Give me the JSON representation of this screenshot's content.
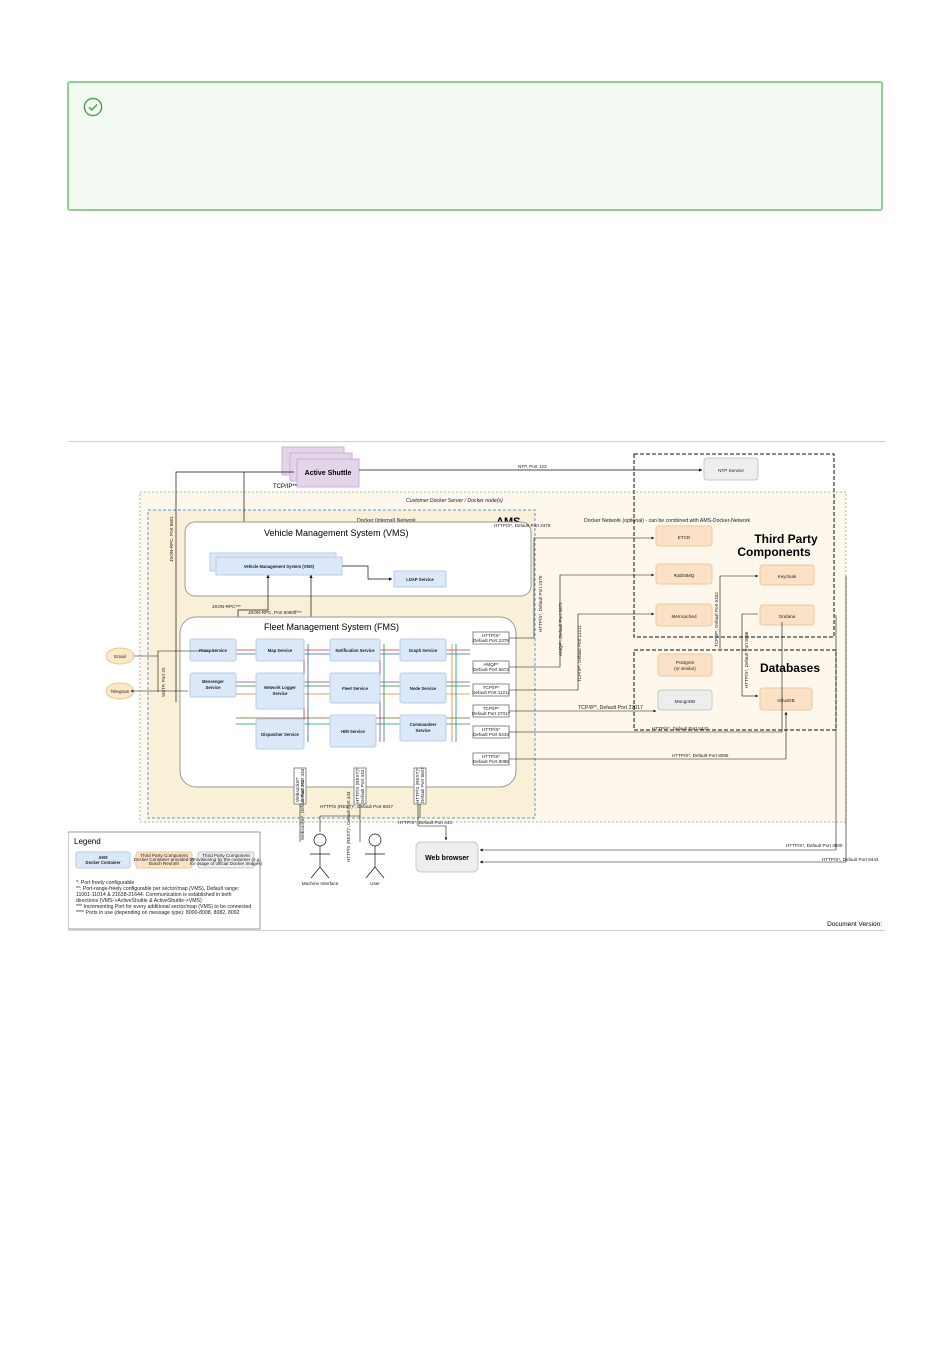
{
  "ams": {
    "title": "AMS",
    "vms": {
      "title": "Vehicle Management System (VMS)",
      "main": "Vehicle Management System (VMS)",
      "ldap": "LDAP Service"
    },
    "fms": {
      "title": "Fleet Management System (FMS)",
      "services": {
        "proxy": "Proxy Service",
        "map": "Map Service",
        "notification": "Notification Service",
        "graph": "Graph Service",
        "messenger_a": "Messenger",
        "messenger_b": "Service",
        "netlog_a": "Network Logger",
        "netlog_b": "Service",
        "fleet": "Fleet Service",
        "node": "Node Service",
        "dispatcher": "Dispatcher Service",
        "hmi": "HMI Service",
        "cmd_a": "Commandeer",
        "cmd_b": "Service"
      }
    }
  },
  "labels": {
    "active_shuttle": "Active Shuttle",
    "ntp_service": "NTP Service",
    "ntp_port": "NTP, Port 123",
    "customer_server": "Customer Docker Server / Docker node(s)",
    "docker_internal": "Docker (internal) Network",
    "docker_optional": "Docker Network (optional) - can be combined with AMS-Docker-Network",
    "tcpip": "TCP/IP**",
    "jsonrpc_port": "JSON-RPC, Port 6801",
    "jsonrpc_star": "JSON-RPC***",
    "jsonrpc_5080": "JSON-RPC, Port 5080ff***",
    "smtp": "SMTP, Port 25",
    "https_2379": "HTTP/S*, Default Port 2379",
    "https_2379_v": "HTTP/S*, Default Port 2379",
    "amqp_5672": "AMQP*, Default Port 5672",
    "tcpip_11211": "TCP/IP*, Default Port 11211",
    "tcpip_5432": "TCP/IP*, Default Port 5432",
    "https_8086_v": "HTTP/S*, Default Port 8086",
    "tcpip_27017": "TCP/IP*, Default Port 27017",
    "https_8443": "HTTP/S*, Default Port 8443",
    "https_8086": "HTTP/S*, Default Port 8086",
    "https_3000": "HTTP/S*, Default Port 3000",
    "https_8443b": "HTTP/S*, Default Port 8443",
    "https_443": "HTTP/S*, Default Port 443",
    "https_rest": "HTTP/S (REST)*, Default Port 443",
    "websocket": "Websocket*, Default Port 443",
    "https_8847": "HTTP/S (REST)*, Default Port 8847",
    "web_browser": "Web browser",
    "machine_interface": "Machine Interface",
    "user": "User",
    "email": "Email",
    "telegram": "Telegram",
    "document_version": "Document Version:"
  },
  "ports": [
    {
      "a": "HTTP/S*",
      "b": "Default Port 2379"
    },
    {
      "a": "AMQP*",
      "b": "Default Port 5672"
    },
    {
      "a": "TCP/IP*",
      "b": "Default Port 11211"
    },
    {
      "a": "TCP/IP*",
      "b": "Default Port 27017"
    },
    {
      "a": "HTTP/S*",
      "b": "Default Port 8443"
    },
    {
      "a": "HTTP/S*",
      "b": "Default Port 8086"
    }
  ],
  "bottom_ports": [
    {
      "a": "Websocket*",
      "b": "Default Port 443"
    },
    {
      "a": "HTTP/S (REST)*",
      "b": "Default Port 443"
    },
    {
      "a": "HTTP/S (REST)*",
      "b": "Default Port 8847"
    }
  ],
  "third_party": {
    "title_a": "Third Party",
    "title_b": "Components",
    "etcd": "ETCD",
    "rabbitmq": "RabbitMQ",
    "memcached": "Memcached",
    "keycloak": "Keycloak",
    "grafana": "Grafana"
  },
  "databases": {
    "title": "Databases",
    "postgres_a": "Postgres",
    "postgres_b": "(or similar)",
    "mongodb": "MongoDB",
    "influxdb": "InfluxDB"
  },
  "legend": {
    "title": "Legend",
    "ams_a": "AMS",
    "ams_b": "Docker Container",
    "tp_a": "Third Party Component",
    "tp_b": "Docker Container provided by",
    "tp_c": "Bosch Rexroth",
    "cu_a": "Third Party Component",
    "cu_b": "Provisioning by the customer (e.g.",
    "cu_c": "for usage of official Docker Images)",
    "notes": [
      "*: Port freely configurable",
      "**: Port-range-freely configurable per sector/map (VMS), Default range:",
      "11001-11014 & 21638-21644. Communication is established in both",
      "directions (VMS->ActiveShuttle & ActiveShuttle->VMS)",
      "*** Incrementing Port for every additional sector/map (VMS) to be connected",
      "**** Ports in use (depending on message type): 8000-8008, 8082, 8092"
    ]
  },
  "colors": {
    "ams_box": "#dbe8f8",
    "third_party_box": "#fbe1c6",
    "customer_box": "#eeeeee",
    "active_shuttle": "#e3d4ea",
    "success_border": "#8fcf8f"
  }
}
